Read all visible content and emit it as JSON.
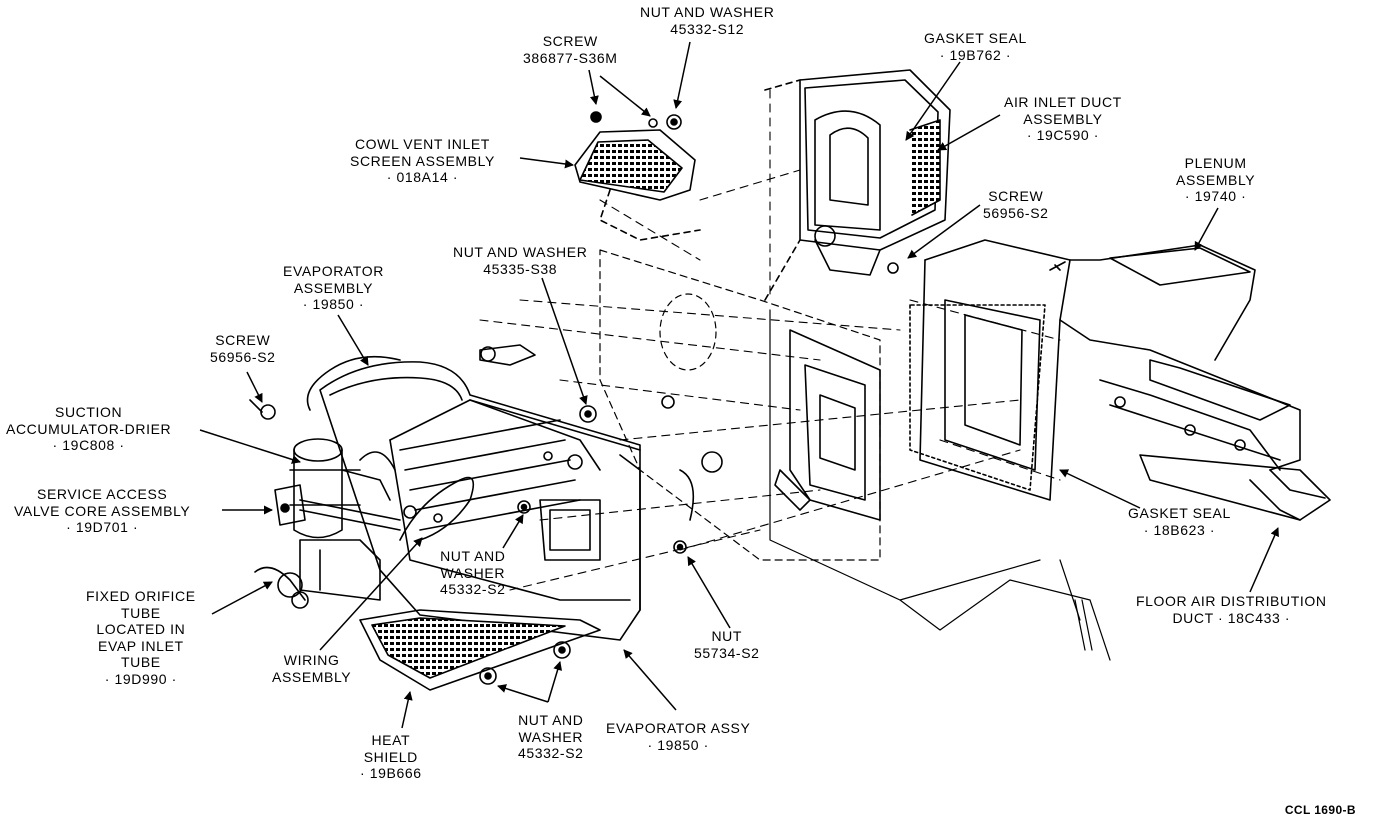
{
  "diagram": {
    "ink_color": "#000000",
    "background_color": "#ffffff",
    "figure_code": "CCL 1690-B",
    "labels": [
      {
        "id": "nut-washer-top",
        "lines": [
          "NUT AND WASHER",
          "45332-S12"
        ]
      },
      {
        "id": "gasket-seal-top",
        "lines": [
          "GASKET SEAL",
          "· 19B762 ·"
        ]
      },
      {
        "id": "screw-top",
        "lines": [
          "SCREW",
          "386877-S36M"
        ]
      },
      {
        "id": "air-inlet-duct",
        "lines": [
          "AIR INLET DUCT",
          "ASSEMBLY",
          "· 19C590 ·"
        ]
      },
      {
        "id": "cowl-vent-screen",
        "lines": [
          "COWL VENT INLET",
          "SCREEN ASSEMBLY",
          "· 018A14 ·"
        ]
      },
      {
        "id": "plenum",
        "lines": [
          "PLENUM",
          "ASSEMBLY",
          "· 19740 ·"
        ]
      },
      {
        "id": "screw-mid",
        "lines": [
          "SCREW",
          "56956-S2"
        ]
      },
      {
        "id": "nut-washer-mid",
        "lines": [
          "NUT AND WASHER",
          "45335-S38"
        ]
      },
      {
        "id": "evaporator-assembly",
        "lines": [
          "EVAPORATOR",
          "ASSEMBLY",
          "· 19850 ·"
        ]
      },
      {
        "id": "screw-left",
        "lines": [
          "SCREW",
          "56956-S2"
        ]
      },
      {
        "id": "suction-accumulator",
        "lines": [
          "SUCTION",
          "ACCUMULATOR-DRIER",
          "· 19C808 ·"
        ]
      },
      {
        "id": "service-access-valve",
        "lines": [
          "SERVICE ACCESS",
          "VALVE CORE ASSEMBLY",
          "· 19D701 ·"
        ]
      },
      {
        "id": "nut-washer-center",
        "lines": [
          "NUT AND",
          "WASHER",
          "45332-S2"
        ]
      },
      {
        "id": "gasket-seal-right",
        "lines": [
          "GASKET SEAL",
          "· 18B623 ·"
        ]
      },
      {
        "id": "fixed-orifice-tube",
        "lines": [
          "FIXED ORIFICE",
          "TUBE",
          "LOCATED IN",
          "EVAP INLET",
          "TUBE",
          "· 19D990 ·"
        ]
      },
      {
        "id": "wiring-assembly",
        "lines": [
          "WIRING",
          "ASSEMBLY"
        ]
      },
      {
        "id": "nut",
        "lines": [
          "NUT",
          "55734-S2"
        ]
      },
      {
        "id": "floor-air-duct",
        "lines": [
          "FLOOR AIR DISTRIBUTION",
          "DUCT · 18C433 ·"
        ]
      },
      {
        "id": "heat-shield",
        "lines": [
          "HEAT",
          "SHIELD",
          "· 19B666"
        ]
      },
      {
        "id": "nut-washer-bottom",
        "lines": [
          "NUT AND",
          "WASHER",
          "45332-S2"
        ]
      },
      {
        "id": "evaporator-assy",
        "lines": [
          "EVAPORATOR ASSY",
          "· 19850 ·"
        ]
      }
    ]
  }
}
